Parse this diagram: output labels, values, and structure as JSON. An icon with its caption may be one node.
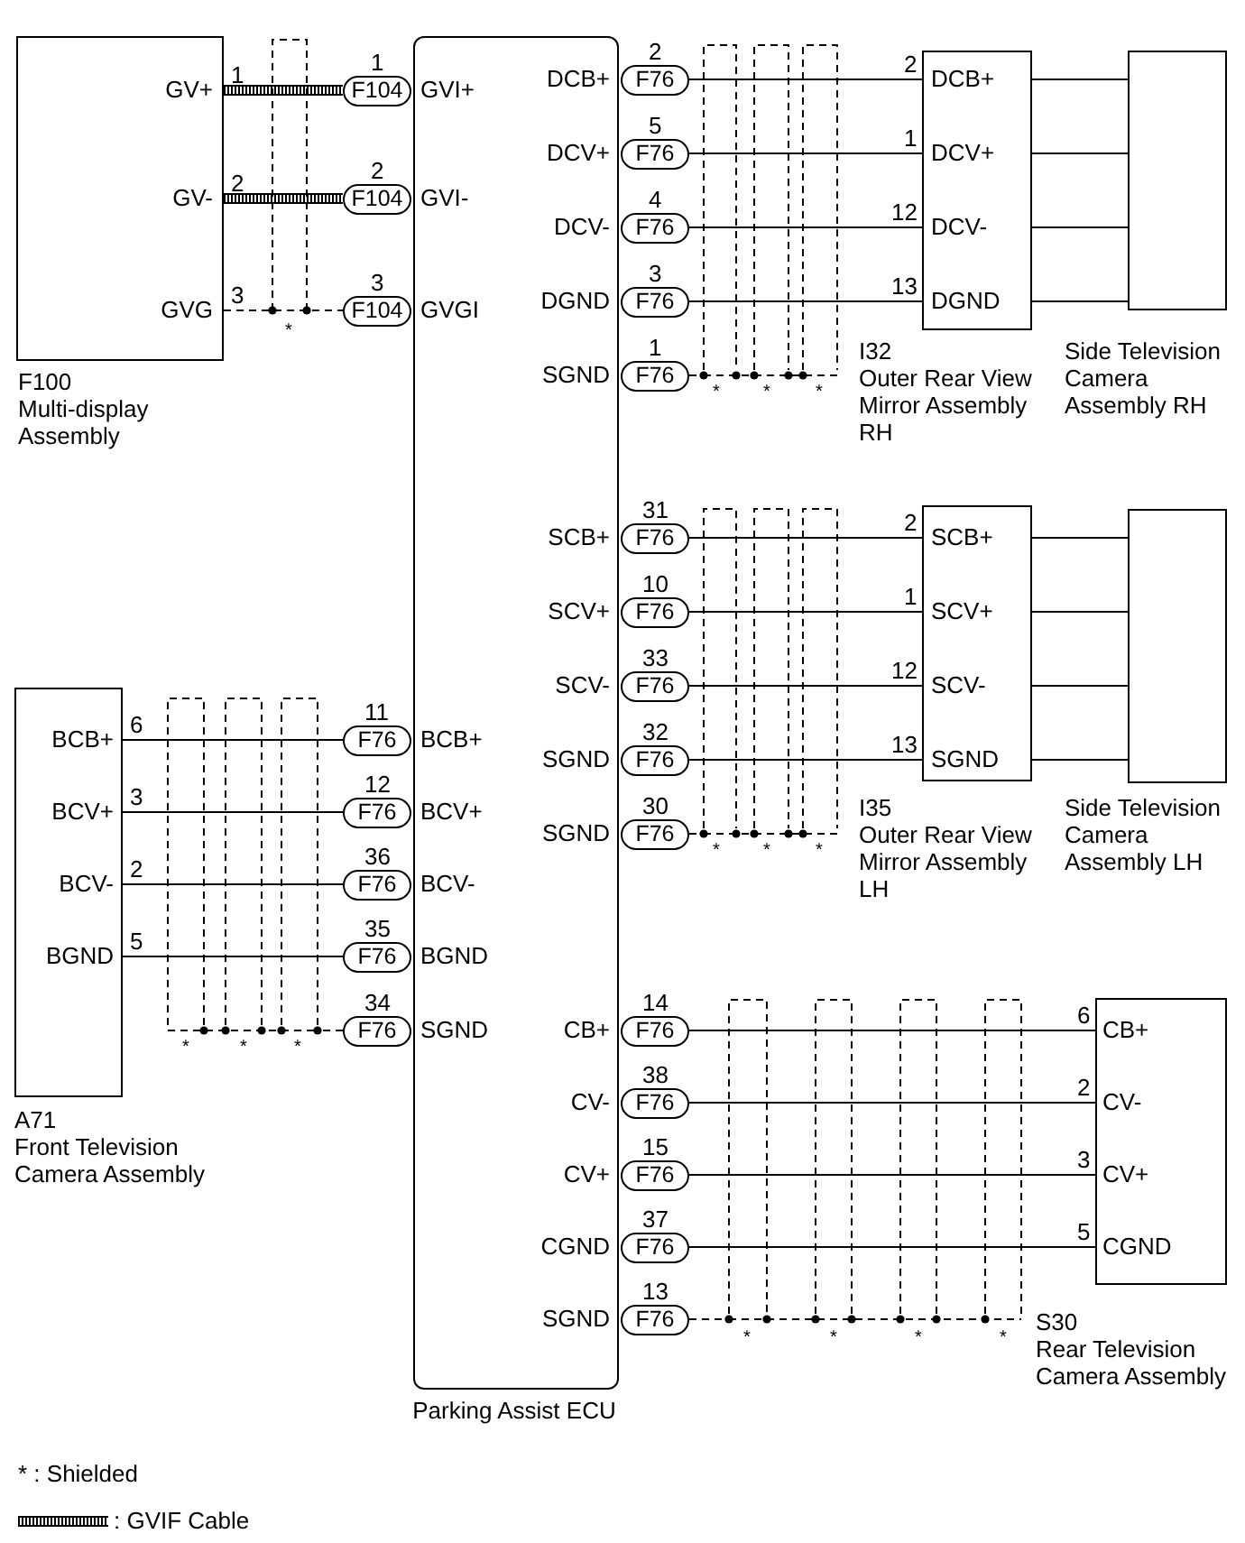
{
  "diagram": {
    "nodes": [
      {
        "text": [
          "GV+",
          "GV-",
          "GVG",
          "F100",
          "Multi-display Assembly"
        ]
      },
      {
        "text": [
          "GVI+",
          "GVI-",
          "GVGI",
          "BCB+",
          "BCV+",
          "BCV-",
          "BGND",
          "SGND",
          "DCB+",
          "DCV+",
          "DCV-",
          "DGND",
          "SGND",
          "SCB+",
          "SCV+",
          "SCV-",
          "SGND",
          "SGND",
          "CB+",
          "CV-",
          "CV+",
          "CGND",
          "SGND",
          "Parking Assist ECU"
        ]
      },
      {
        "text": [
          "F104"
        ],
        "beside": [
          "1"
        ]
      },
      {
        "text": [
          "F104"
        ],
        "beside": [
          "2"
        ]
      },
      {
        "text": [
          "F104"
        ],
        "beside": [
          "3"
        ]
      },
      {
        "text": [
          "F76"
        ],
        "beside": [
          "2"
        ]
      },
      {
        "text": [
          "F76"
        ],
        "beside": [
          "5"
        ]
      },
      {
        "text": [
          "F76"
        ],
        "beside": [
          "4"
        ]
      },
      {
        "text": [
          "F76"
        ],
        "beside": [
          "3"
        ]
      },
      {
        "text": [
          "F76"
        ],
        "beside": [
          "1"
        ]
      },
      {
        "text": [
          "DCB+",
          "DCV+",
          "DCV-",
          "DGND",
          "I32",
          "Outer Rear View Mirror Assembly RH"
        ]
      },
      {
        "text": [
          "Side Television Camera Assembly RH"
        ]
      },
      {
        "text": [
          "F76"
        ],
        "beside": [
          "31"
        ]
      },
      {
        "text": [
          "F76"
        ],
        "beside": [
          "10"
        ]
      },
      {
        "text": [
          "F76"
        ],
        "beside": [
          "33"
        ]
      },
      {
        "text": [
          "F76"
        ],
        "beside": [
          "32"
        ]
      },
      {
        "text": [
          "F76"
        ],
        "beside": [
          "30"
        ]
      },
      {
        "text": [
          "SCB+",
          "SCV+",
          "SCV-",
          "SGND",
          "I35",
          "Outer Rear View Mirror Assembly LH"
        ]
      },
      {
        "text": [
          "Side Television Camera Assembly LH"
        ]
      },
      {
        "text": [
          "BCB+",
          "BCV+",
          "BCV-",
          "BGND",
          "A71",
          "Front Television Camera Assembly"
        ]
      },
      {
        "text": [
          "F76"
        ],
        "beside": [
          "11"
        ]
      },
      {
        "text": [
          "F76"
        ],
        "beside": [
          "12"
        ]
      },
      {
        "text": [
          "F76"
        ],
        "beside": [
          "36"
        ]
      },
      {
        "text": [
          "F76"
        ],
        "beside": [
          "35"
        ]
      },
      {
        "text": [
          "F76"
        ],
        "beside": [
          "34"
        ]
      },
      {
        "text": [
          "F76"
        ],
        "beside": [
          "14"
        ]
      },
      {
        "text": [
          "F76"
        ],
        "beside": [
          "38"
        ]
      },
      {
        "text": [
          "F76"
        ],
        "beside": [
          "15"
        ]
      },
      {
        "text": [
          "F76"
        ],
        "beside": [
          "37"
        ]
      },
      {
        "text": [
          "F76"
        ],
        "beside": [
          "13"
        ]
      },
      {
        "text": [
          "CB+",
          "CV-",
          "CV+",
          "CGND",
          "S30",
          "Rear Television Camera Assembly"
        ]
      },
      {
        "text": [],
        "shape": "bar",
        "beside": [
          "*",
          "*",
          "*"
        ]
      },
      {
        "text": [],
        "shape": "bar",
        "beside": [
          "*",
          "*",
          "*"
        ]
      },
      {
        "text": [],
        "shape": "bar",
        "beside": [
          "*",
          "*",
          "*"
        ]
      },
      {
        "text": [],
        "shape": "bar",
        "beside": [
          "*",
          "*",
          "*",
          "*"
        ]
      }
    ],
    "edges": [
      {
        "from": 0,
        "to": 2,
        "arrow": "none",
        "label": "1",
        "style": "thick"
      },
      {
        "from": 0,
        "to": 3,
        "arrow": "none",
        "label": "2",
        "style": "thick"
      },
      {
        "from": 0,
        "to": 4,
        "arrow": "none",
        "label": "3",
        "style": "dashed"
      },
      {
        "from": 5,
        "to": 10,
        "arrow": "none",
        "label": "2"
      },
      {
        "from": 6,
        "to": 10,
        "arrow": "none",
        "label": "1"
      },
      {
        "from": 7,
        "to": 10,
        "arrow": "none",
        "label": "12"
      },
      {
        "from": 8,
        "to": 10,
        "arrow": "none",
        "label": "13"
      },
      {
        "from": 9,
        "to": 31,
        "arrow": "none",
        "style": "dashed"
      },
      {
        "from": 10,
        "to": 11,
        "arrow": "none"
      },
      {
        "from": 10,
        "to": 11,
        "arrow": "none"
      },
      {
        "from": 10,
        "to": 11,
        "arrow": "none"
      },
      {
        "from": 10,
        "to": 11,
        "arrow": "none"
      },
      {
        "from": 12,
        "to": 17,
        "arrow": "none",
        "label": "2"
      },
      {
        "from": 13,
        "to": 17,
        "arrow": "none",
        "label": "1"
      },
      {
        "from": 14,
        "to": 17,
        "arrow": "none",
        "label": "12"
      },
      {
        "from": 15,
        "to": 17,
        "arrow": "none",
        "label": "13"
      },
      {
        "from": 16,
        "to": 32,
        "arrow": "none",
        "style": "dashed"
      },
      {
        "from": 17,
        "to": 18,
        "arrow": "none"
      },
      {
        "from": 17,
        "to": 18,
        "arrow": "none"
      },
      {
        "from": 17,
        "to": 18,
        "arrow": "none"
      },
      {
        "from": 17,
        "to": 18,
        "arrow": "none"
      },
      {
        "from": 19,
        "to": 20,
        "arrow": "none",
        "label": "6"
      },
      {
        "from": 19,
        "to": 21,
        "arrow": "none",
        "label": "3"
      },
      {
        "from": 19,
        "to": 22,
        "arrow": "none",
        "label": "2"
      },
      {
        "from": 19,
        "to": 23,
        "arrow": "none",
        "label": "5"
      },
      {
        "from": 33,
        "to": 24,
        "arrow": "none",
        "style": "dashed"
      },
      {
        "from": 25,
        "to": 30,
        "arrow": "none",
        "label": "6"
      },
      {
        "from": 26,
        "to": 30,
        "arrow": "none",
        "label": "2"
      },
      {
        "from": 27,
        "to": 30,
        "arrow": "none",
        "label": "3"
      },
      {
        "from": 28,
        "to": 30,
        "arrow": "none",
        "label": "5"
      },
      {
        "from": 29,
        "to": 34,
        "arrow": "none",
        "style": "dashed"
      }
    ],
    "labels": [
      "*",
      "* : Shielded"
    ],
    "legend": [
      {
        "text": ": GVIF Cable"
      }
    ]
  }
}
